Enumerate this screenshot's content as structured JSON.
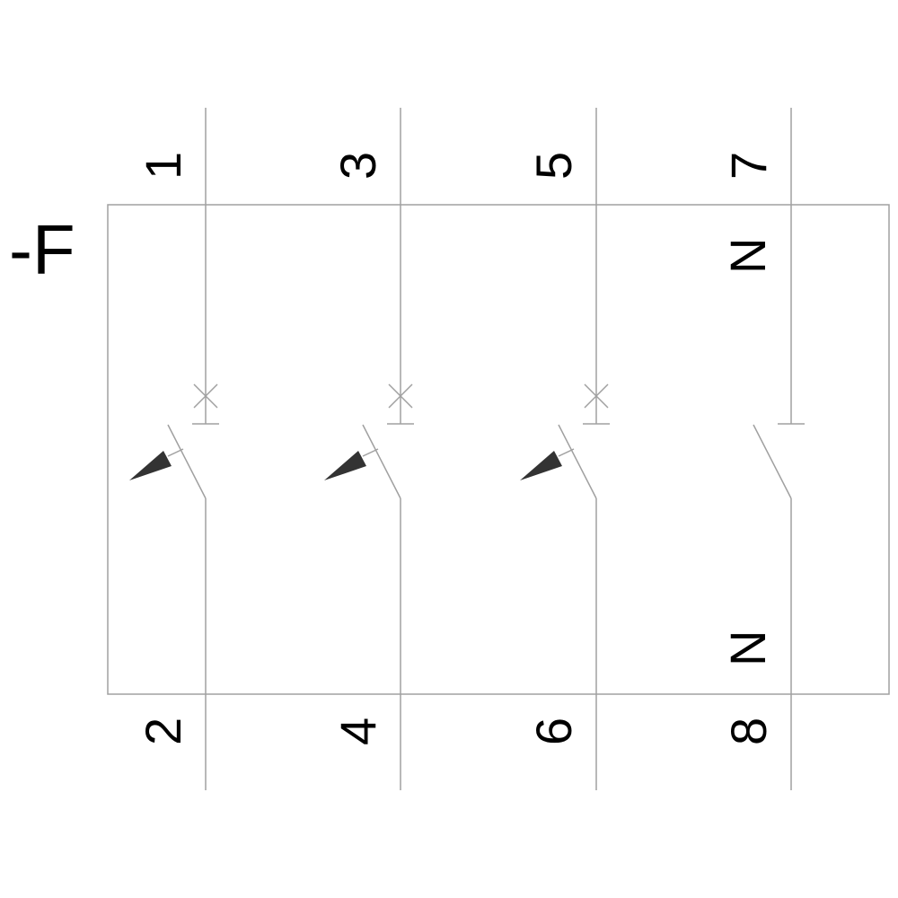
{
  "designation": "-F",
  "poles": [
    {
      "top": "1",
      "bottom": "2",
      "trip": true
    },
    {
      "top": "3",
      "bottom": "4",
      "trip": true
    },
    {
      "top": "5",
      "bottom": "6",
      "trip": true
    },
    {
      "top": "7",
      "bottom": "8",
      "trip": false
    }
  ],
  "neutral_labels": {
    "top": "N",
    "bottom": "N"
  },
  "colors": {
    "line": "#a0a0a0",
    "text": "#000000",
    "arrow": "#333333"
  }
}
